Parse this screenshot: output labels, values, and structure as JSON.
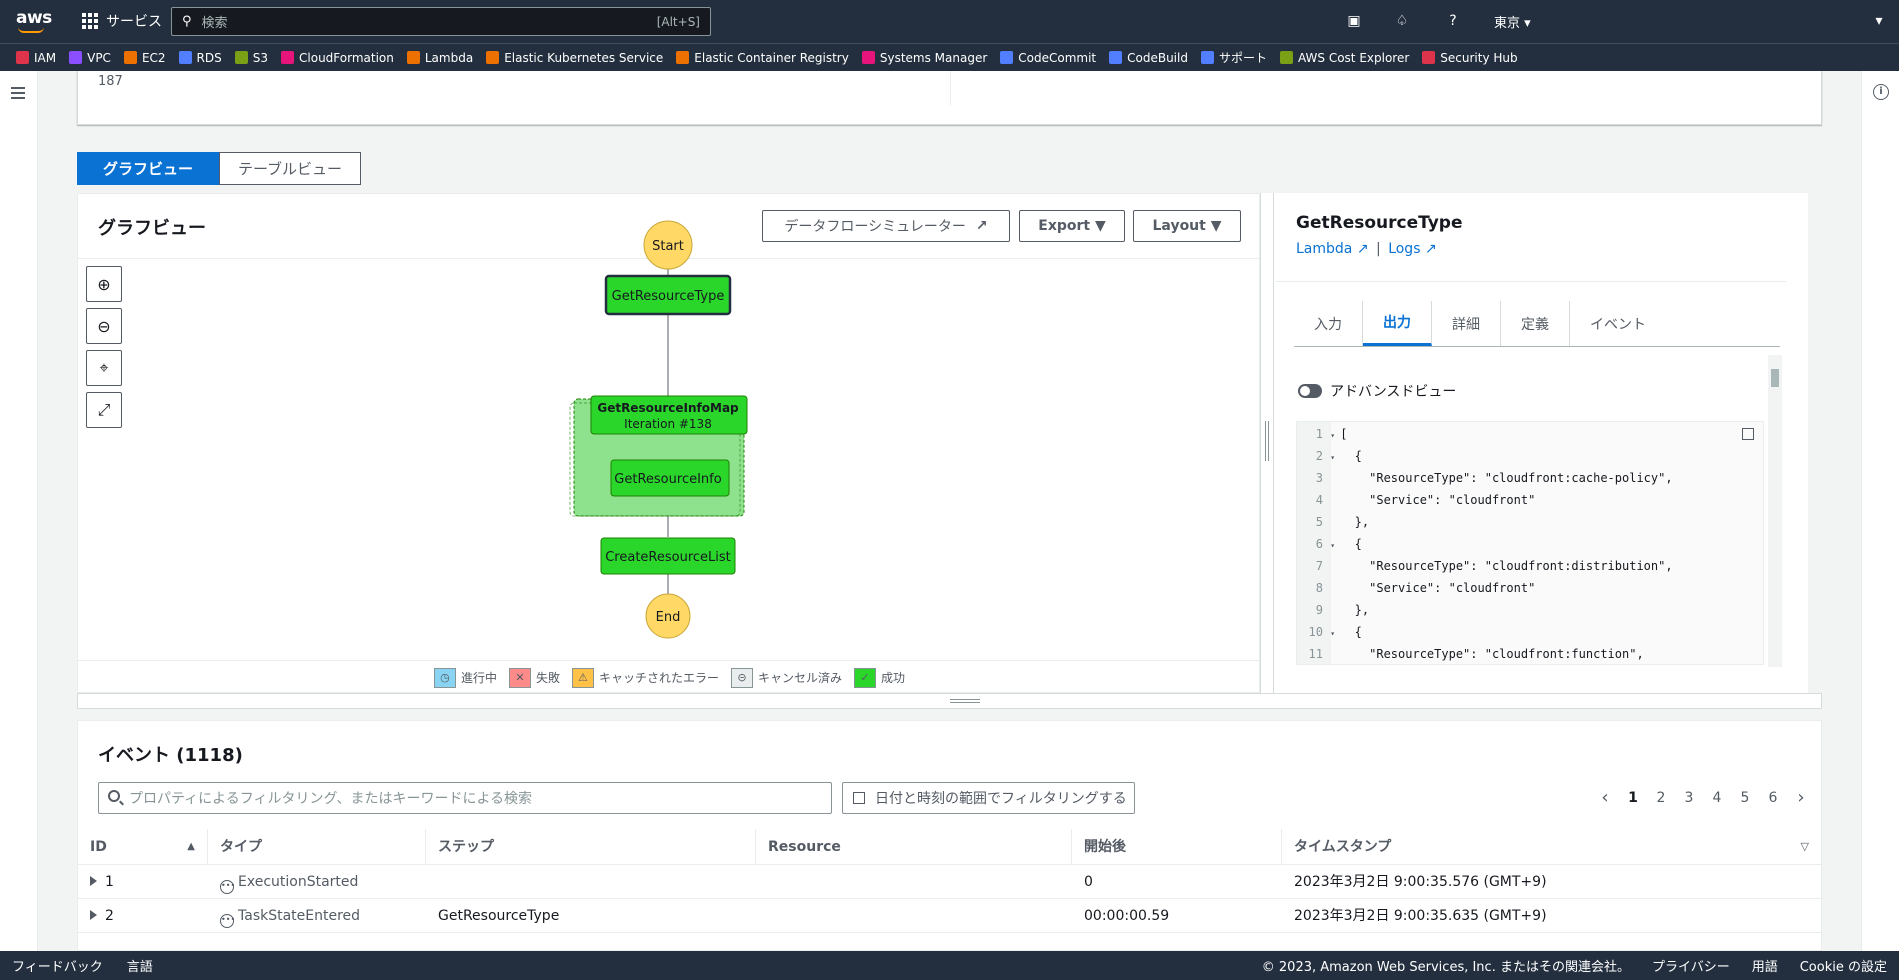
{
  "topnav": {
    "logo": "aws",
    "services_label": "サービス",
    "search_placeholder": "検索",
    "search_shortcut": "[Alt+S]",
    "region": "東京 ▾",
    "account_menu": "▾"
  },
  "favorites": [
    {
      "label": "IAM",
      "color": "#dd344c"
    },
    {
      "label": "VPC",
      "color": "#8c4fff"
    },
    {
      "label": "EC2",
      "color": "#ed7100"
    },
    {
      "label": "RDS",
      "color": "#527fff"
    },
    {
      "label": "S3",
      "color": "#7aa116"
    },
    {
      "label": "CloudFormation",
      "color": "#e7157b"
    },
    {
      "label": "Lambda",
      "color": "#ed7100"
    },
    {
      "label": "Elastic Kubernetes Service",
      "color": "#ed7100"
    },
    {
      "label": "Elastic Container Registry",
      "color": "#ed7100"
    },
    {
      "label": "Systems Manager",
      "color": "#e7157b"
    },
    {
      "label": "CodeCommit",
      "color": "#527fff"
    },
    {
      "label": "CodeBuild",
      "color": "#527fff"
    },
    {
      "label": "サポート",
      "color": "#527fff"
    },
    {
      "label": "AWS Cost Explorer",
      "color": "#7aa116"
    },
    {
      "label": "Security Hub",
      "color": "#dd344c"
    }
  ],
  "topcard": {
    "value": "187"
  },
  "view_toggle": {
    "graph": "グラフビュー",
    "table": "テーブルビュー"
  },
  "graph": {
    "title": "グラフビュー",
    "simulator_button": "データフローシミュレーター",
    "export_button": "Export ▼",
    "layout_button": "Layout ▼",
    "nodes": {
      "start": "Start",
      "get_resource_type": "GetResourceType",
      "map_name": "GetResourceInfoMap",
      "map_iteration": "Iteration #138",
      "get_resource_info": "GetResourceInfo",
      "create_resource_list": "CreateResourceList",
      "end": "End"
    },
    "legend": {
      "in_progress": "進行中",
      "failed": "失敗",
      "caught_error": "キャッチされたエラー",
      "cancelled": "キャンセル済み",
      "succeeded": "成功"
    },
    "colors": {
      "success": "#2bd62b",
      "success_dark": "#1d8102",
      "terminal": "#ffd866",
      "map_bg": "#8ee28e"
    }
  },
  "detail": {
    "title": "GetResourceType",
    "link_lambda": "Lambda",
    "link_sep": "|",
    "link_logs": "Logs",
    "tabs": [
      "入力",
      "出力",
      "詳細",
      "定義",
      "イベント"
    ],
    "active_tab": "出力",
    "advanced_view": "アドバンスドビュー",
    "code_lines": [
      {
        "n": "1",
        "fold": "▾",
        "text": "["
      },
      {
        "n": "2",
        "fold": "▾",
        "text": "  {"
      },
      {
        "n": "3",
        "fold": "",
        "text": "    \"ResourceType\": \"cloudfront:cache-policy\","
      },
      {
        "n": "4",
        "fold": "",
        "text": "    \"Service\": \"cloudfront\""
      },
      {
        "n": "5",
        "fold": "",
        "text": "  },"
      },
      {
        "n": "6",
        "fold": "▾",
        "text": "  {"
      },
      {
        "n": "7",
        "fold": "",
        "text": "    \"ResourceType\": \"cloudfront:distribution\","
      },
      {
        "n": "8",
        "fold": "",
        "text": "    \"Service\": \"cloudfront\""
      },
      {
        "n": "9",
        "fold": "",
        "text": "  },"
      },
      {
        "n": "10",
        "fold": "▾",
        "text": "  {"
      },
      {
        "n": "11",
        "fold": "",
        "text": "    \"ResourceType\": \"cloudfront:function\","
      }
    ]
  },
  "events": {
    "title": "イベント (1118)",
    "search_placeholder": "プロパティによるフィルタリング、またはキーワードによる検索",
    "date_filter": "日付と時刻の範囲でフィルタリングする",
    "pages": [
      "1",
      "2",
      "3",
      "4",
      "5",
      "6"
    ],
    "current_page": "1",
    "columns": [
      "ID",
      "タイプ",
      "ステップ",
      "Resource",
      "開始後",
      "タイムスタンプ"
    ],
    "rows": [
      {
        "id": "1",
        "type": "ExecutionStarted",
        "step": "",
        "resource": "",
        "elapsed": "0",
        "timestamp": "2023年3月2日 9:00:35.576 (GMT+9)"
      },
      {
        "id": "2",
        "type": "TaskStateEntered",
        "step": "GetResourceType",
        "resource": "",
        "elapsed": "00:00:00.59",
        "timestamp": "2023年3月2日 9:00:35.635 (GMT+9)"
      }
    ]
  },
  "footer": {
    "feedback": "フィードバック",
    "language": "言語",
    "copyright": "© 2023, Amazon Web Services, Inc. またはその関連会社。",
    "privacy": "プライバシー",
    "terms": "用語",
    "cookie": "Cookie の設定"
  }
}
